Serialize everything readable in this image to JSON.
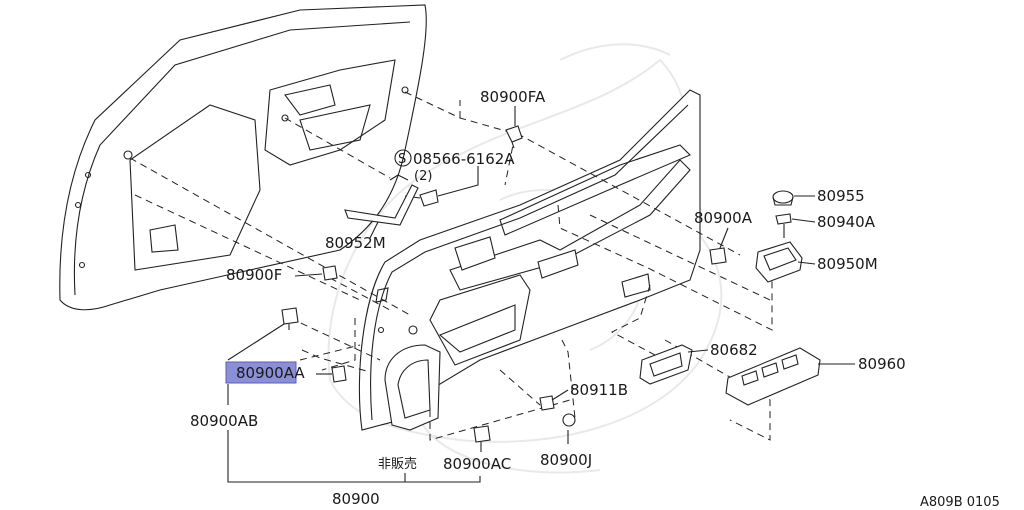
{
  "diagram": {
    "footer_code": "A809B 0105",
    "highlighted_part": "80900AA",
    "parts": [
      {
        "id": "p80900FA",
        "label": "80900FA"
      },
      {
        "id": "p08566",
        "label": "08566-6162A"
      },
      {
        "id": "p08566_qty",
        "label": "(2)"
      },
      {
        "id": "p08566_circle",
        "label": "S"
      },
      {
        "id": "p80952M",
        "label": "80952M"
      },
      {
        "id": "p80900F",
        "label": "80900F"
      },
      {
        "id": "p80955",
        "label": "80955"
      },
      {
        "id": "p80940A",
        "label": "80940A"
      },
      {
        "id": "p80900A",
        "label": "80900A"
      },
      {
        "id": "p80950M",
        "label": "80950M"
      },
      {
        "id": "p80682",
        "label": "80682"
      },
      {
        "id": "p80960",
        "label": "80960"
      },
      {
        "id": "p80900AA",
        "label": "80900AA"
      },
      {
        "id": "p80900AB",
        "label": "80900AB"
      },
      {
        "id": "p80911B",
        "label": "80911B"
      },
      {
        "id": "p80900J",
        "label": "80900J"
      },
      {
        "id": "p80900AC",
        "label": "80900AC"
      },
      {
        "id": "pNotForSale",
        "label": "非販売"
      },
      {
        "id": "p80900",
        "label": "80900"
      }
    ]
  }
}
